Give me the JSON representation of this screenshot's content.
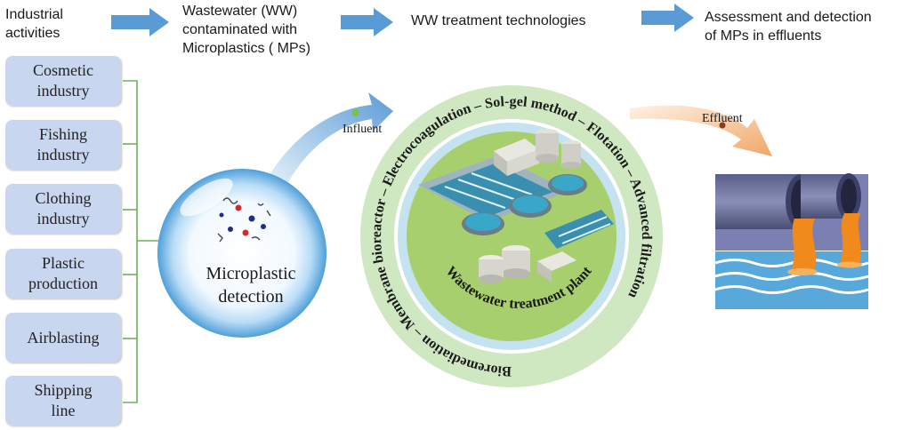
{
  "flow": {
    "step1": "Industrial\nactivities",
    "step2": "Wastewater (WW)\ncontaminated with\nMicroplastics ( MPs)",
    "step3": "WW treatment technologies",
    "step4": "Assessment and detection\nof MPs in effluents"
  },
  "sources": [
    "Cosmetic\nindustry",
    "Fishing\nindustry",
    "Clothing\nindustry",
    "Plastic\nproduction",
    "Airblasting",
    "Shipping\nline"
  ],
  "detection": {
    "line1": "Microplastic",
    "line2": "detection"
  },
  "labels": {
    "influent": "Influent",
    "effluent": "Effluent"
  },
  "technologies": {
    "top": "Membrane bioreactor",
    "right": "Electrocoagulation",
    "lower_right": "Sol-gel method",
    "bottom": "Flotation",
    "lower_left": "Advanced filtration",
    "left": "Bioremediation"
  },
  "plant_label": "Wastewater treatment plant",
  "colors": {
    "arrow": "#5b9bd5",
    "box": "#c9d6ef",
    "ring": "#cfe8c2",
    "bracket": "#6bb25a"
  }
}
